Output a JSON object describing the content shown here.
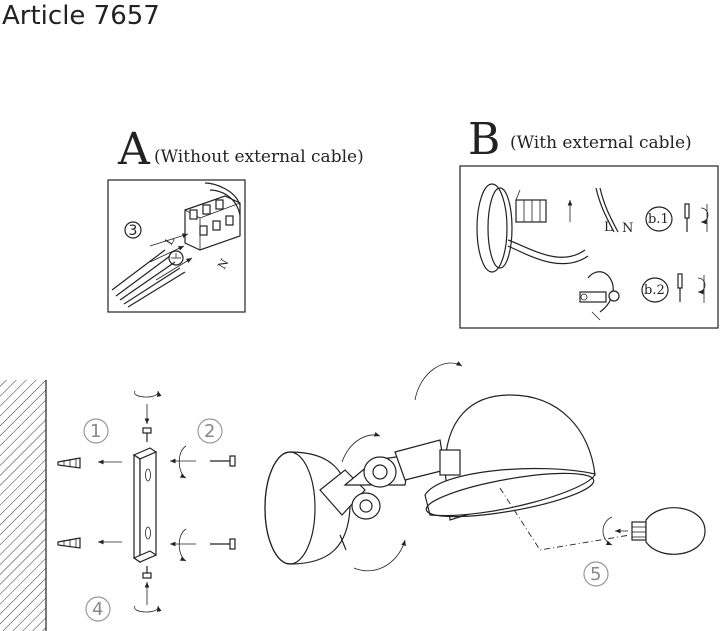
{
  "title": "Article 7657",
  "option_a": {
    "letter": "A",
    "caption": "(Without external cable)",
    "step_label": "3",
    "wire_labels": [
      "L",
      "N"
    ]
  },
  "option_b": {
    "letter": "B",
    "caption": "(With external cable)",
    "wire_labels": [
      "L",
      "N"
    ],
    "sub_steps": [
      "b.1",
      "b.2"
    ]
  },
  "mounting_steps": [
    "1",
    "2",
    "4",
    "5"
  ]
}
